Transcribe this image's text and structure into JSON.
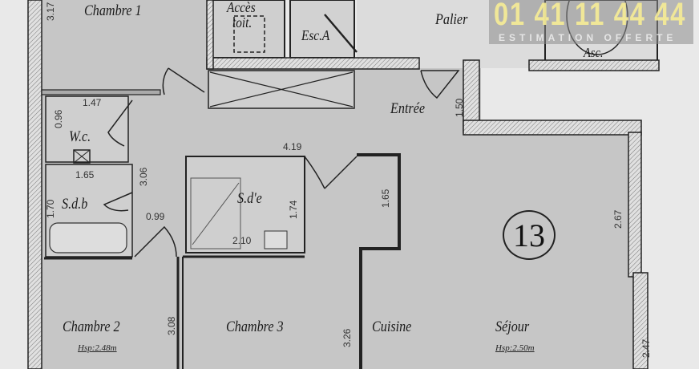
{
  "plan": {
    "unit_number": "13",
    "rooms": {
      "chambre1": "Chambre 1",
      "acces_toit_1": "Accès",
      "acces_toit_2": "toit.",
      "esc": "Esc.A",
      "palier": "Palier",
      "asc": "Asc.",
      "entree": "Entrée",
      "wc": "W.c.",
      "sdb": "S.d.b",
      "sde": "S.d'e",
      "chambre2": "Chambre 2",
      "chambre3": "Chambre 3",
      "cuisine": "Cuisine",
      "sejour": "Séjour"
    },
    "heights": {
      "chambre2": "Hsp:2.48m",
      "sejour": "Hsp:2.50m"
    },
    "dimensions": {
      "chambre1": "3.17",
      "wc_width": "1.47",
      "wc_depth": "0.96",
      "sdb_width": "1.65",
      "corridor": "3.06",
      "sdb_depth": "1.70",
      "door": "0.99",
      "sde_width": "4.19",
      "sde_depth": "1.74",
      "sde_inner": "2.10",
      "cuisine_top": "1.65",
      "entree": "1.50",
      "sejour_top": "2.67",
      "chambre2": "3.08",
      "chambre3": "3.26",
      "sejour_bottom": "2.47"
    }
  },
  "watermark": {
    "phone": "01 41 11 44 44",
    "tagline": "ESTIMATION OFFERTE"
  },
  "colors": {
    "floor": "#c6c6c6",
    "wall": "#2a2a2a",
    "outside": "#e9e9e9",
    "watermark_text": "#f5eb96"
  }
}
